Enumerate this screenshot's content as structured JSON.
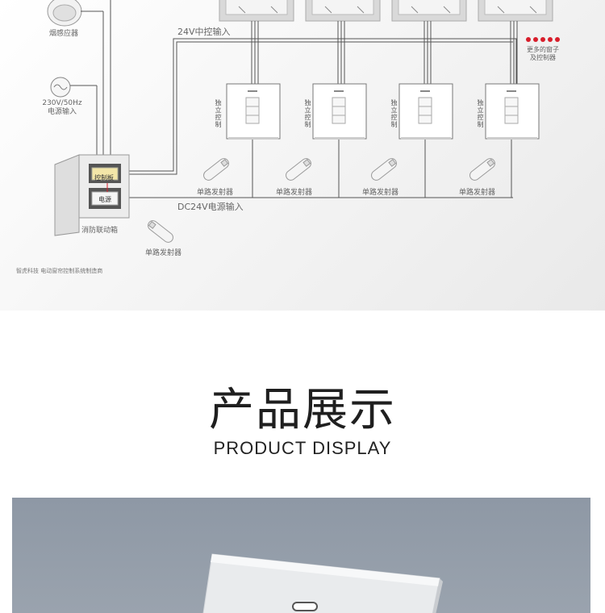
{
  "diagram": {
    "smoke_sensor_label": "烟感应器",
    "power_input_label_line1": "230V/50Hz",
    "power_input_label_line2": "电源输入",
    "bus_label_24v": "24V中控输入",
    "bus_label_dc24v": "DC24V电源输入",
    "more_windows_line1": "更多的窗子",
    "more_windows_line2": "及控制器",
    "independent_control_label": "独立控制",
    "control_board_label": "控制板",
    "power_label": "电源",
    "fire_box_label": "消防联动箱",
    "transmitter_label": "单路发射器",
    "credit": "智虎科技  电动窗帘控制系统制造商",
    "accent_color": "#d81e2b"
  },
  "section": {
    "title_zh": "产品展示",
    "title_en": "PRODUCT DISPLAY"
  }
}
